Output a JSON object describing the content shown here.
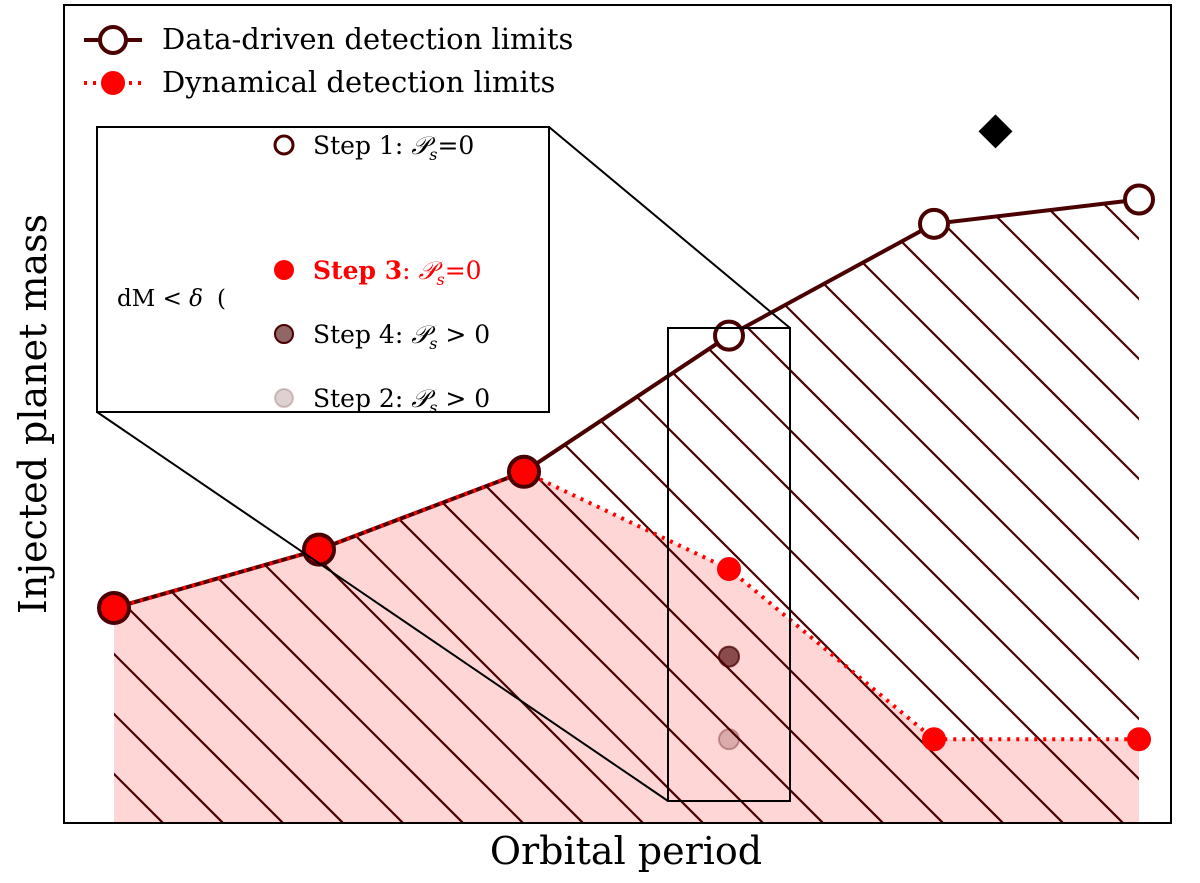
{
  "chart_data": {
    "type": "line",
    "title": "",
    "xlabel": "Orbital period",
    "ylabel": "Injected planet mass",
    "x_ticks_shown": false,
    "y_ticks_shown": false,
    "xlim": [
      0,
      10.5
    ],
    "ylim": [
      0,
      8
    ],
    "grid": false,
    "legend_position": "top-left",
    "series": [
      {
        "name": "Data-driven detection limits",
        "color": "#4a0000",
        "line_style": "solid",
        "marker": "open-circle",
        "x": [
          0.5,
          2.5,
          4.5,
          6.5,
          8.5,
          10.5
        ],
        "y": [
          1.8,
          2.4,
          3.2,
          4.6,
          5.75,
          6.0
        ]
      },
      {
        "name": "Dynamical detection limits",
        "color": "#ff0000",
        "line_style": "dotted",
        "marker": "filled-circle",
        "x": [
          0.5,
          2.5,
          4.5,
          6.5,
          8.5,
          10.5
        ],
        "y": [
          1.8,
          2.4,
          3.2,
          2.2,
          0.45,
          0.45
        ]
      }
    ],
    "extra_points": [
      {
        "label": "Step 4",
        "x": 6.5,
        "y": 1.3,
        "color": "#4a0000",
        "alpha": 0.65
      },
      {
        "label": "Step 2",
        "x": 6.5,
        "y": 0.45,
        "color": "#4a0000",
        "alpha": 0.2
      },
      {
        "label": "diamond",
        "x": 9.1,
        "y": 6.7,
        "color": "#000000",
        "marker": "diamond"
      }
    ],
    "legend": [
      "Data-driven detection limits",
      "Dynamical detection limits"
    ],
    "inset": {
      "step1": {
        "text": "Step 1: ",
        "math": "𝒫",
        "sub": "s",
        "rel": "=0"
      },
      "step3": {
        "bold": "Step 3",
        "rest": ": ",
        "math": "𝒫",
        "sub": "s",
        "rel": "=0",
        "color": "#ff0000"
      },
      "bracket": {
        "prefix": "dM < ",
        "delta": "δ",
        "paren": "("
      },
      "step4": {
        "text": "Step 4: ",
        "math": "𝒫",
        "sub": "s",
        "rel": " > 0"
      },
      "step2": {
        "text": "Step 2: ",
        "math": "𝒫",
        "sub": "s",
        "rel": " > 0"
      }
    }
  }
}
